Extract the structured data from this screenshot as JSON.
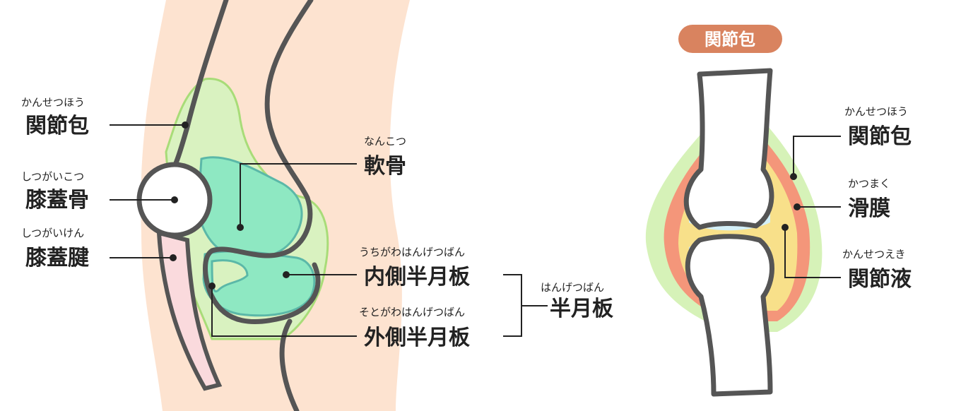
{
  "knee_diagram": {
    "capsule": {
      "label": "関節包",
      "reading": "かんせつほう"
    },
    "patella": {
      "label": "膝蓋骨",
      "reading": "しつがいこつ"
    },
    "patellar_tendon": {
      "label": "膝蓋腱",
      "reading": "しつがいけん"
    },
    "cartilage": {
      "label": "軟骨",
      "reading": "なんこつ"
    },
    "medial_meniscus": {
      "label": "内側半月板",
      "reading": "うちがわはんげつばん"
    },
    "lateral_meniscus": {
      "label": "外側半月板",
      "reading": "そとがわはんげつばん"
    },
    "meniscus": {
      "label": "半月板",
      "reading": "はんげつばん"
    }
  },
  "joint_diagram": {
    "badge": "関節包",
    "capsule": {
      "label": "関節包",
      "reading": "かんせつほう"
    },
    "synovium": {
      "label": "滑膜",
      "reading": "かつまく"
    },
    "synovial_fluid": {
      "label": "関節液",
      "reading": "かんせつえき"
    }
  },
  "colors": {
    "skin": "#fde3d0",
    "capsule": "#d9f2c0",
    "cartilage": "#8ee8c2",
    "tendon": "#fadadd",
    "synovium": "#f4967a",
    "fluid": "#f8e08a",
    "badge": "#d9835f"
  }
}
